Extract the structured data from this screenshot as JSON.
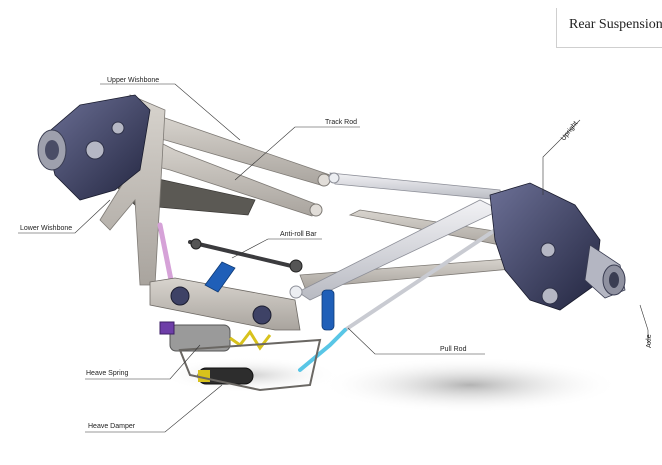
{
  "title": {
    "text": "Rear Suspension"
  },
  "labels": {
    "upper_wishbone": "Upper Wishbone",
    "track_rod": "Track Rod",
    "upright": "Upright",
    "lower_wishbone": "Lower Wishbone",
    "anti_roll_bar": "Anti-roll Bar",
    "pull_rod": "Pull Rod",
    "heave_spring": "Heave Spring",
    "heave_damper": "Heave Damper",
    "axle": "Axle"
  },
  "colors": {
    "frame": "#c9c4bd",
    "frame_dark": "#8e8a85",
    "rod_light": "#dcdde2",
    "upright": "#3a3f63",
    "damper_blue": "#1f5fb8",
    "spring_yellow": "#d8c21c",
    "pull_rod_cyan": "#59c6e6",
    "pink_link": "#d6a2d8",
    "purple": "#6e3ea8",
    "shadow": "#b9b9b9"
  }
}
